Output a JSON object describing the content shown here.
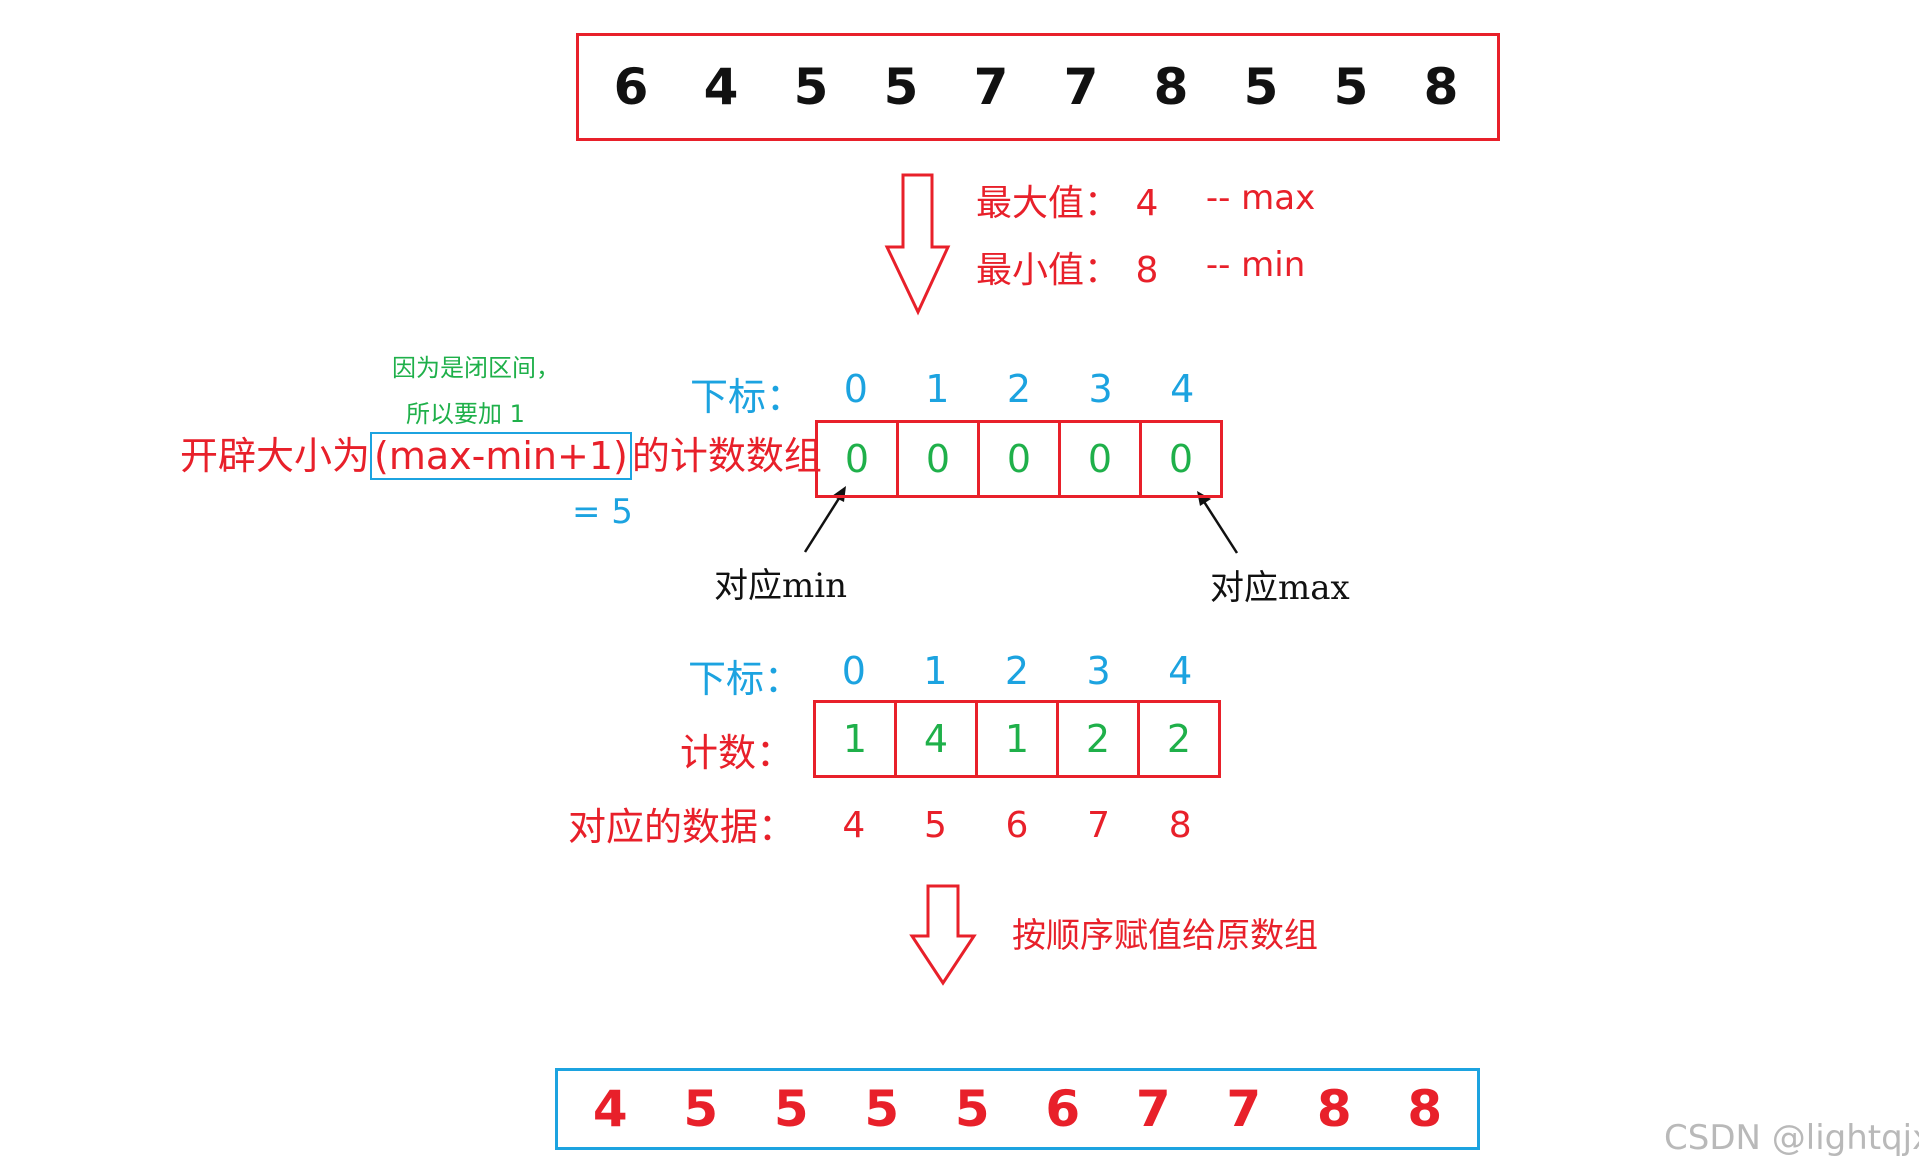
{
  "input_array": [
    "6",
    "4",
    "5",
    "5",
    "7",
    "7",
    "8",
    "5",
    "5",
    "8"
  ],
  "extremes": {
    "max_label": "最大值：",
    "max_value": "4",
    "max_note": "-- max",
    "min_label": "最小值：",
    "min_value": "8",
    "min_note": "-- min"
  },
  "closed_interval_note": {
    "line1": "因为是闭区间，",
    "line2": "所以要加 1"
  },
  "allocate": {
    "prefix": "开辟大小为",
    "formula": "(max-min+1)",
    "suffix": "的计数数组",
    "result": "= 5"
  },
  "index_label": "下标：",
  "indices": [
    "0",
    "1",
    "2",
    "3",
    "4"
  ],
  "initial_counts": [
    "0",
    "0",
    "0",
    "0",
    "0"
  ],
  "corresponds_min": "对应min",
  "corresponds_max": "对应max",
  "count_label": "计数：",
  "counts": [
    "1",
    "4",
    "1",
    "2",
    "2"
  ],
  "data_label": "对应的数据：",
  "data_values": [
    "4",
    "5",
    "6",
    "7",
    "8"
  ],
  "assign_note": "按顺序赋值给原数组",
  "sorted_array": [
    "4",
    "5",
    "5",
    "5",
    "5",
    "6",
    "7",
    "7",
    "8",
    "8"
  ],
  "watermark": "CSDN @lightqjx",
  "colors": {
    "red": "#e8202a",
    "blue": "#1ca3e0",
    "green": "#1fb04a",
    "black": "#111111"
  }
}
